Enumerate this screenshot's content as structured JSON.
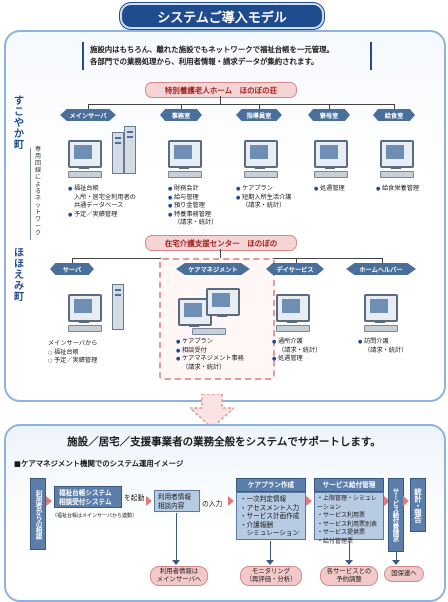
{
  "header": {
    "title": "システムご導入モデル"
  },
  "intro": {
    "line1": "施設内はもちろん、離れた施設でもネットワークで福祉台帳を一元管理。",
    "line2": "各部門での業務処理から、利用者情報・請求データが集約されます。"
  },
  "towns": {
    "top": "すこやか町",
    "bottom": "ほほえみ町",
    "network_label": "専用回線によるネットワーク"
  },
  "facilities": {
    "top": "特別養護老人ホーム　ほのぼの荘",
    "bottom": "在宅介護支援センター　ほのぼの"
  },
  "top_depts": [
    {
      "name": "メインサーバ",
      "items": [
        "福祉台帳",
        "入所・居宅全利用者の",
        "共通データベース",
        "予定／実績管理"
      ]
    },
    {
      "name": "事務室",
      "items": [
        "財務会計",
        "給与管理",
        "預り金管理",
        "特養事務管理",
        "（請求・統計）"
      ]
    },
    {
      "name": "指導員室",
      "items": [
        "ケアプラン",
        "短期入所生活介護",
        "（請求・統計）"
      ]
    },
    {
      "name": "寮母室",
      "items": [
        "処遇管理"
      ]
    },
    {
      "name": "給食室",
      "items": [
        "給食栄養管理"
      ]
    }
  ],
  "bottom_depts": [
    {
      "name": "サーバ",
      "items": [
        "メインサーバから",
        "福祉台帳",
        "予定／実績管理"
      ]
    },
    {
      "name": "ケアマネジメント",
      "items": [
        "ケアプラン",
        "相談受付",
        "ケアマネジメント事務",
        "（請求・統計）"
      ]
    },
    {
      "name": "デイサービス",
      "items": [
        "通所介護",
        "（請求・統計）",
        "処遇管理"
      ]
    },
    {
      "name": "ホームヘルパー",
      "items": [
        "訪問介護",
        "（請求・統計）"
      ]
    }
  ],
  "support": {
    "text": "施設／居宅／支援事業者の業務全般をシステムでサポートします。"
  },
  "flow": {
    "heading": "■ケアマネジメント機関でのシステム運用イメージ",
    "start": "利用者からの相談",
    "system_box": [
      "福祉台帳システム",
      "相談受付システム"
    ],
    "system_note": "（福祉台帳はメインサーバから連動）",
    "launch": "を起動",
    "info_box": [
      "利用者情報",
      "相談内容"
    ],
    "input": "の入力",
    "careplan_head": "ケアプラン作成",
    "careplan_items": [
      "・一次判定情報",
      "・アセスメント入力",
      "・サービス計画作成",
      "・介護報酬",
      "　シミュレーション"
    ],
    "service_head": "サービス給付管理",
    "service_items": [
      "・上限管理・シミュレーション",
      "・サービス利用票",
      "・サービス利用票別表",
      "・サービス提供票",
      "・給付管理票"
    ],
    "claim_box": "サービス給付費請求",
    "report_box": "統計・報告",
    "pill_server": [
      "利用者情報は",
      "メインサーバへ"
    ],
    "pill_monitor": [
      "モニタリング",
      "（再評価・分析）"
    ],
    "pill_booking": [
      "各サービスとの",
      "予約調整"
    ],
    "pill_national": [
      "国保連へ"
    ]
  },
  "colors": {
    "brand": "#1f4b8f",
    "panel_border": "#8fb3dc",
    "pink": "#f3c8c8",
    "box_blue": "#5b7eaa"
  }
}
